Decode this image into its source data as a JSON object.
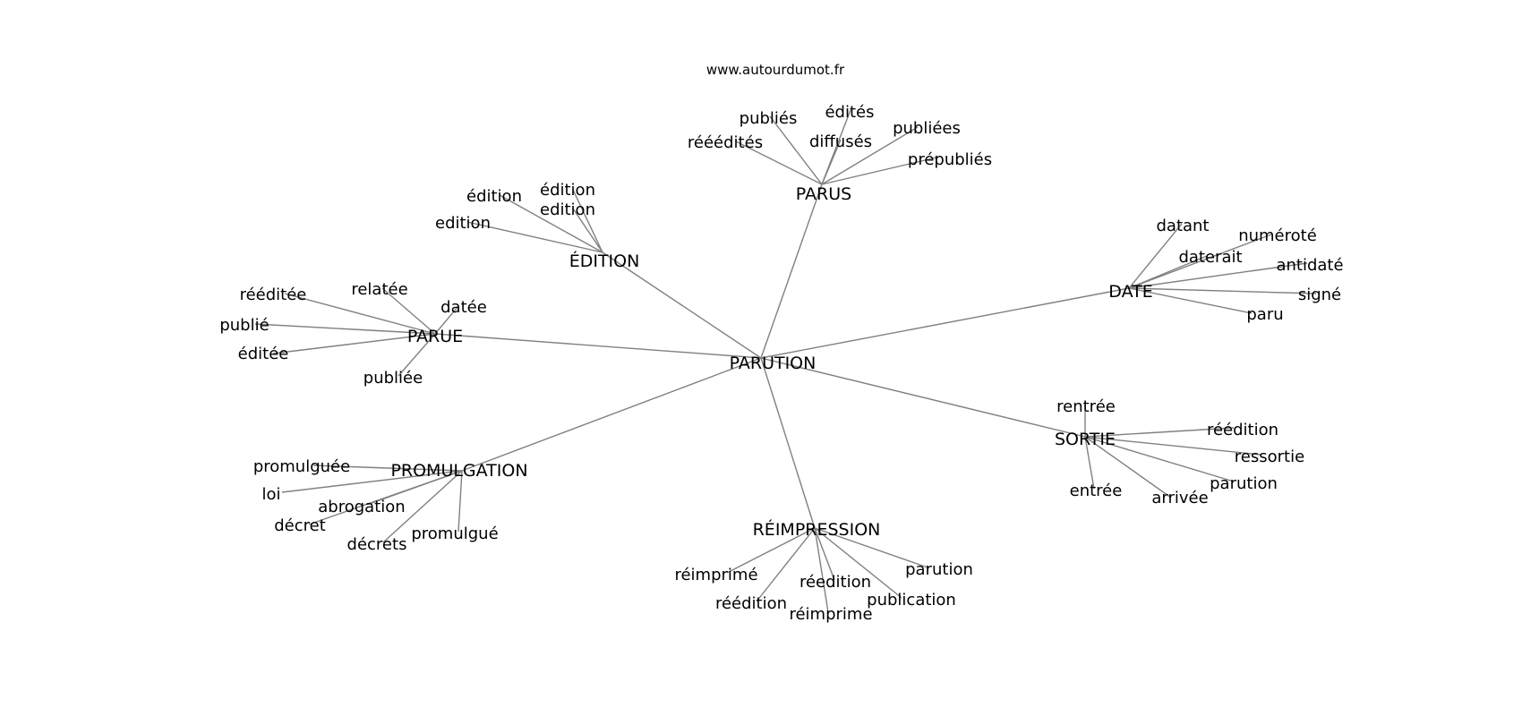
{
  "source": "www.autourdumot.fr",
  "edge_color": "#808080",
  "graph": {
    "root": "PARUTION",
    "hubs": [
      {
        "label": "PARUS",
        "leaves": [
          "publiés",
          "édités",
          "rééédités",
          "diffusés",
          "publiées",
          "prépubliés"
        ]
      },
      {
        "label": "ÉDITION",
        "leaves": [
          "édition",
          "édition",
          "edition",
          "edition"
        ]
      },
      {
        "label": "DATE",
        "leaves": [
          "datant",
          "numéroté",
          "daterait",
          "antidaté",
          "signé",
          "paru"
        ]
      },
      {
        "label": "PARUE",
        "leaves": [
          "rééditée",
          "relatée",
          "datée",
          "publié",
          "éditée",
          "publiée"
        ]
      },
      {
        "label": "SORTIE",
        "leaves": [
          "rentrée",
          "réédition",
          "ressortie",
          "parution",
          "entrée",
          "arrivée"
        ]
      },
      {
        "label": "PROMULGATION",
        "leaves": [
          "promulguée",
          "loi",
          "abrogation",
          "décret",
          "promulgué",
          "décrets"
        ]
      },
      {
        "label": "RÉIMPRESSION",
        "leaves": [
          "réimprimé",
          "parution",
          "réedition",
          "publication",
          "réédition",
          "réimprime"
        ]
      }
    ]
  }
}
